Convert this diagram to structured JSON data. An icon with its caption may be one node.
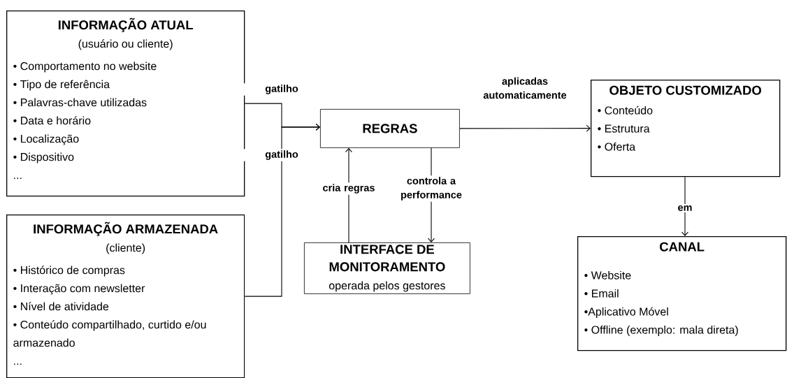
{
  "diagram": {
    "nodes": [
      {
        "text": [
          "INFORMAÇÃO ATUAL",
          "(usuário ou cliente)",
          "• Comportamento no website",
          "• Tipo de referência",
          "• Palavras-chave utilizadas",
          "• Data e horário",
          "• Localização",
          "• Dispositivo",
          "..."
        ]
      },
      {
        "text": [
          "REGRAS"
        ]
      },
      {
        "text": [
          "OBJETO CUSTOMIZADO",
          "• Conteúdo",
          "• Estrutura",
          "• Oferta"
        ]
      },
      {
        "text": [
          "INFORMAÇÃO ARMAZENADA",
          "(cliente)",
          "• Histórico de compras",
          "• Interação com newsletter",
          "• Nível de atividade",
          "• Conteúdo compartilhado, curtido e/ou armazenado",
          "..."
        ]
      },
      {
        "text": [
          "INTERFACE DE MONITORAMENTO",
          "operada pelos gestores"
        ]
      },
      {
        "text": [
          "CANAL",
          "• Website",
          "• Email",
          "•Aplicativo Móvel",
          "• Offline (exemplo: mala direta)"
        ]
      }
    ],
    "edges": [
      {
        "from": 0,
        "to": 1,
        "arrow": "to",
        "label": "gatilho"
      },
      {
        "from": 3,
        "to": 1,
        "arrow": "to",
        "label": "gatilho"
      },
      {
        "from": 1,
        "to": 2,
        "arrow": "to",
        "label": "aplicadas automaticamente"
      },
      {
        "from": 4,
        "to": 1,
        "arrow": "to",
        "label": "cria regras"
      },
      {
        "from": 1,
        "to": 4,
        "arrow": "to",
        "label": "controla a performance"
      },
      {
        "from": 2,
        "to": 5,
        "arrow": "to",
        "label": "em"
      }
    ]
  }
}
